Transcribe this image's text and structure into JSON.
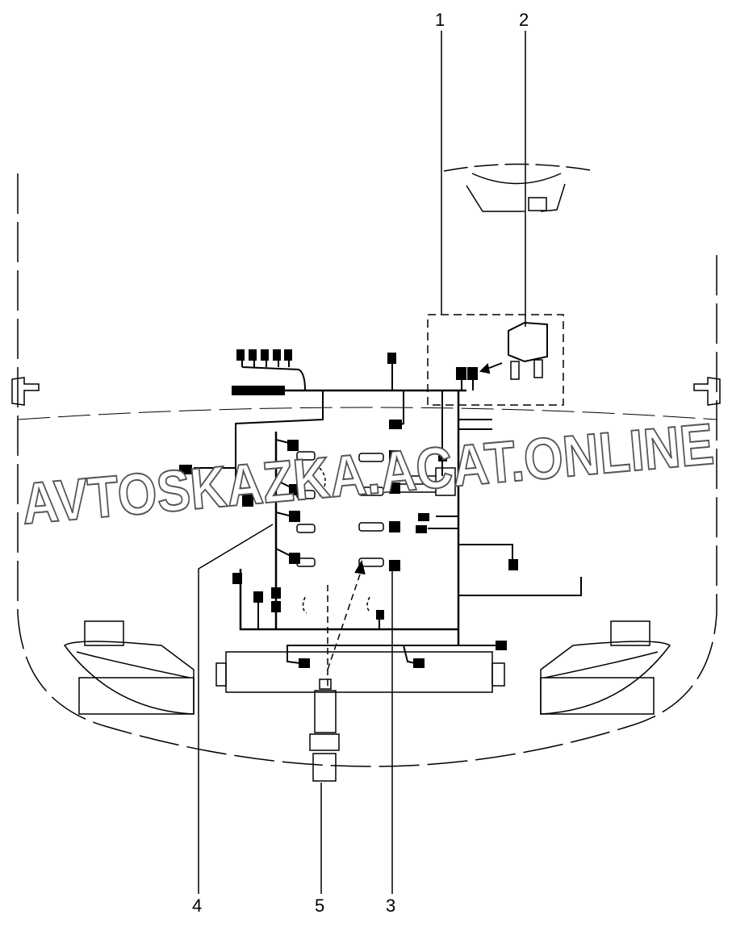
{
  "callouts": [
    {
      "id": "1",
      "label": "1"
    },
    {
      "id": "2",
      "label": "2"
    },
    {
      "id": "3",
      "label": "3"
    },
    {
      "id": "4",
      "label": "4"
    },
    {
      "id": "5",
      "label": "5"
    }
  ],
  "watermark": {
    "text": "AVTOSKAZKA.ACAT.ONLINE"
  },
  "colors": {
    "line": "#000000",
    "background": "#ffffff",
    "watermark_stroke": "#555555"
  }
}
